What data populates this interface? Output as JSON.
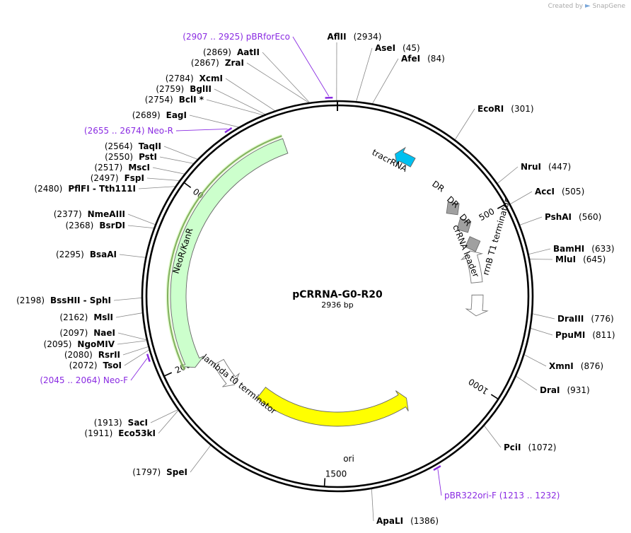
{
  "watermark": {
    "prefix": "Created by",
    "brand": "SnapGene"
  },
  "plasmid": {
    "name": "pCRRNA-G0-R20",
    "length_label": "2936 bp",
    "length": 2936
  },
  "ticks": [
    {
      "bp": 500,
      "label": "500"
    },
    {
      "bp": 1000,
      "label": "1000"
    },
    {
      "bp": 1500,
      "label": "1500"
    },
    {
      "bp": 2000,
      "label": "2000"
    },
    {
      "bp": 2500,
      "label": "2500"
    }
  ],
  "sites": [
    {
      "name": "AflII",
      "pos": "(2934)",
      "bp": 2934
    },
    {
      "name": "AseI",
      "pos": "(45)",
      "bp": 45
    },
    {
      "name": "AfeI",
      "pos": "(84)",
      "bp": 84
    },
    {
      "name": "EcoRI",
      "pos": "(301)",
      "bp": 301
    },
    {
      "name": "NruI",
      "pos": "(447)",
      "bp": 447
    },
    {
      "name": "AccI",
      "pos": "(505)",
      "bp": 505
    },
    {
      "name": "PshAI",
      "pos": "(560)",
      "bp": 560
    },
    {
      "name": "BamHI",
      "pos": "(633)",
      "bp": 633
    },
    {
      "name": "MluI",
      "pos": "(645)",
      "bp": 645
    },
    {
      "name": "DraIII",
      "pos": "(776)",
      "bp": 776
    },
    {
      "name": "PpuMI",
      "pos": "(811)",
      "bp": 811
    },
    {
      "name": "XmnI",
      "pos": "(876)",
      "bp": 876
    },
    {
      "name": "DraI",
      "pos": "(931)",
      "bp": 931
    },
    {
      "name": "PciI",
      "pos": "(1072)",
      "bp": 1072
    },
    {
      "name": "ApaLI",
      "pos": "(1386)",
      "bp": 1386
    },
    {
      "name": "SpeI",
      "pos": "(1797)",
      "bp": 1797
    },
    {
      "name": "Eco53kI",
      "pos": "(1911)",
      "bp": 1911
    },
    {
      "name": "SacI",
      "pos": "(1913)",
      "bp": 1913
    },
    {
      "name": "TsoI",
      "pos": "(2072)",
      "bp": 2072
    },
    {
      "name": "RsrII",
      "pos": "(2080)",
      "bp": 2080
    },
    {
      "name": "NgoMIV",
      "pos": "(2095)",
      "bp": 2095
    },
    {
      "name": "NaeI",
      "pos": "(2097)",
      "bp": 2097
    },
    {
      "name": "MslI",
      "pos": "(2162)",
      "bp": 2162
    },
    {
      "name": "BssHII  -  SphI",
      "pos": "(2198)",
      "bp": 2198
    },
    {
      "name": "BsaAI",
      "pos": "(2295)",
      "bp": 2295
    },
    {
      "name": "BsrDI",
      "pos": "(2368)",
      "bp": 2368
    },
    {
      "name": "NmeAIII",
      "pos": "(2377)",
      "bp": 2377
    },
    {
      "name": "PflFI  -  Tth111I",
      "pos": "(2480)",
      "bp": 2480
    },
    {
      "name": "FspI",
      "pos": "(2497)",
      "bp": 2497
    },
    {
      "name": "MscI",
      "pos": "(2517)",
      "bp": 2517
    },
    {
      "name": "PstI",
      "pos": "(2550)",
      "bp": 2550
    },
    {
      "name": "TaqII",
      "pos": "(2564)",
      "bp": 2564
    },
    {
      "name": "EagI",
      "pos": "(2689)",
      "bp": 2689
    },
    {
      "name": "BclI *",
      "pos": "(2754)",
      "bp": 2754
    },
    {
      "name": "BglII",
      "pos": "(2759)",
      "bp": 2759
    },
    {
      "name": "XcmI",
      "pos": "(2784)",
      "bp": 2784
    },
    {
      "name": "ZraI",
      "pos": "(2867)",
      "bp": 2867
    },
    {
      "name": "AatII",
      "pos": "(2869)",
      "bp": 2869
    }
  ],
  "primers": [
    {
      "label": "(2907 .. 2925)  pBRforEco",
      "start": 2907,
      "end": 2925
    },
    {
      "label": "(2655 .. 2674)  Neo-R",
      "start": 2655,
      "end": 2674
    },
    {
      "label": "(2045 .. 2064)  Neo-F",
      "start": 2045,
      "end": 2064
    },
    {
      "label": "pBR322ori-F   (1213 .. 1232)",
      "start": 1213,
      "end": 1232
    }
  ],
  "features": [
    {
      "label": "tracrRNA",
      "start": 180,
      "end": 240,
      "direction": "reverse",
      "color": "#00c0f0"
    },
    {
      "label": "DR",
      "start": 412,
      "end": 448,
      "direction": "none",
      "color": "#a0a0a0"
    },
    {
      "label": "DR",
      "start": 478,
      "end": 514,
      "direction": "none",
      "color": "#a0a0a0"
    },
    {
      "label": "DR",
      "start": 544,
      "end": 580,
      "direction": "none",
      "color": "#a0a0a0"
    },
    {
      "label": "crRNA leader",
      "start": 580,
      "end": 688,
      "direction": "reverse",
      "color": "#ffffff"
    },
    {
      "label": "rrnB T1 terminator",
      "start": 730,
      "end": 800,
      "direction": "forward",
      "color": "#ffffff"
    },
    {
      "label": "ori",
      "start": 1190,
      "end": 1780,
      "direction": "reverse",
      "color": "#ffff00"
    },
    {
      "label": "lambda t0 terminator",
      "start": 1870,
      "end": 1965,
      "direction": "reverse",
      "color": "#ffffff"
    },
    {
      "label": "NeoR/KanR",
      "start": 1985,
      "end": 2780,
      "direction": "reverse",
      "color": "#ccffcc"
    }
  ]
}
